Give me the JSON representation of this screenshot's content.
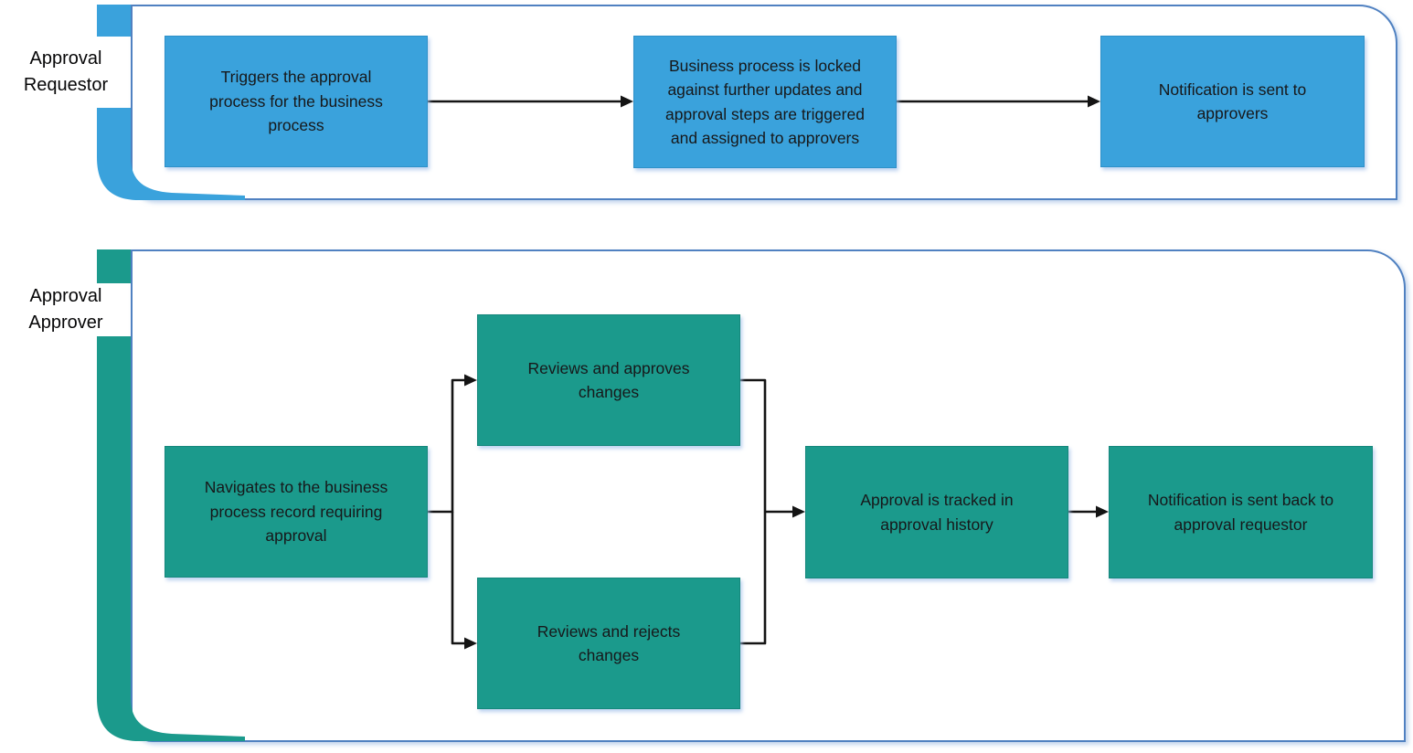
{
  "colors": {
    "requestor_fill": "#3aa2dc",
    "approver_fill": "#1b9a8c",
    "lane_border": "#5081c1",
    "connector": "#141414",
    "text": "#17181a"
  },
  "lanes": [
    {
      "id": "approval-requestor",
      "label": "Approval\nRequestor",
      "steps": [
        {
          "text": "Triggers the approval\nprocess for the business\nprocess"
        },
        {
          "text": "Business process is locked\nagainst further updates and\napproval steps are triggered\nand assigned to approvers"
        },
        {
          "text": "Notification is sent to\napprovers"
        }
      ]
    },
    {
      "id": "approval-approver",
      "label": "Approval\nApprover",
      "steps": [
        {
          "text": "Navigates to the business\nprocess record requiring\napproval"
        },
        {
          "text": "Reviews and approves\nchanges"
        },
        {
          "text": "Reviews and rejects\nchanges"
        },
        {
          "text": "Approval is tracked in\napproval history"
        },
        {
          "text": "Notification is sent back to\napproval requestor"
        }
      ]
    }
  ]
}
